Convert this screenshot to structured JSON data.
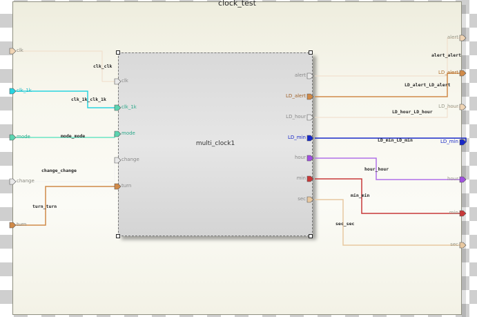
{
  "outer_block": {
    "title": "clock_test",
    "inputs": [
      {
        "id": "clk",
        "label": "clk",
        "color": "#f0d4b4"
      },
      {
        "id": "clk_1k",
        "label": "clk_1k",
        "color": "#28d4e0"
      },
      {
        "id": "mode",
        "label": "mode",
        "color": "#5cd4b0"
      },
      {
        "id": "change",
        "label": "change",
        "color": "#e8e8e8"
      },
      {
        "id": "turn",
        "label": "turn",
        "color": "#d08a48"
      }
    ],
    "outputs": [
      {
        "id": "alert",
        "label": "alert",
        "color": "#f0d4b4"
      },
      {
        "id": "LD_alert",
        "label": "LD_alert",
        "color": "#d08a48"
      },
      {
        "id": "LD_hour",
        "label": "LD_hour",
        "color": "#f0d4b4"
      },
      {
        "id": "LD_min",
        "label": "LD_min",
        "color": "#1828c8"
      },
      {
        "id": "hour",
        "label": "hour",
        "color": "#a050e0"
      },
      {
        "id": "min",
        "label": "min",
        "color": "#c83838"
      },
      {
        "id": "sec",
        "label": "sec",
        "color": "#e8c8a0"
      }
    ]
  },
  "inner_block": {
    "title": "multi_clock1",
    "inputs": [
      {
        "id": "clk",
        "label": "clk",
        "color": "#e8e8e8"
      },
      {
        "id": "clk_1k",
        "label": "clk_1k",
        "color": "#5cd4b0"
      },
      {
        "id": "mode",
        "label": "mode",
        "color": "#5cd4b0"
      },
      {
        "id": "change",
        "label": "change",
        "color": "#e8e8e8"
      },
      {
        "id": "turn",
        "label": "turn",
        "color": "#d08a48"
      }
    ],
    "outputs": [
      {
        "id": "alert",
        "label": "alert",
        "color": "#e8e8e8"
      },
      {
        "id": "LD_alert",
        "label": "LD_alert",
        "color": "#d08a48"
      },
      {
        "id": "LD_hour",
        "label": "LD_hour",
        "color": "#e8e8e8"
      },
      {
        "id": "LD_min",
        "label": "LD_min",
        "color": "#1828c8"
      },
      {
        "id": "hour",
        "label": "hour",
        "color": "#a050e0"
      },
      {
        "id": "min",
        "label": "min",
        "color": "#c83838"
      },
      {
        "id": "sec",
        "label": "sec",
        "color": "#e8c8a0"
      }
    ]
  },
  "nets": [
    {
      "id": "clk",
      "label": "clk_clk",
      "color": "#f0dcc8",
      "width": 1
    },
    {
      "id": "clk_1k",
      "label": "clk_1k_clk_1k",
      "color": "#28d4e0",
      "width": 1.5
    },
    {
      "id": "mode",
      "label": "mode_mode",
      "color": "#6ae6c4",
      "width": 1.5
    },
    {
      "id": "change",
      "label": "change_change",
      "color": "#f2f2f2",
      "width": 1
    },
    {
      "id": "turn",
      "label": "turn_turn",
      "color": "#d08a48",
      "width": 1.5
    },
    {
      "id": "alert",
      "label": "alert_alert",
      "color": "#f0dcc8",
      "width": 1
    },
    {
      "id": "LD_alert",
      "label": "LD_alert_LD_alert",
      "color": "#d08a48",
      "width": 1.5
    },
    {
      "id": "LD_hour",
      "label": "LD_hour_LD_hour",
      "color": "#f0dcc8",
      "width": 1
    },
    {
      "id": "LD_min",
      "label": "LD_min_LD_min",
      "color": "#1828c8",
      "width": 1.5
    },
    {
      "id": "hour",
      "label": "hour_hour",
      "color": "#b070e8",
      "width": 1.5
    },
    {
      "id": "min",
      "label": "min_min",
      "color": "#c83838",
      "width": 1.5
    },
    {
      "id": "sec",
      "label": "sec_sec",
      "color": "#e8c8a0",
      "width": 1.5
    }
  ]
}
